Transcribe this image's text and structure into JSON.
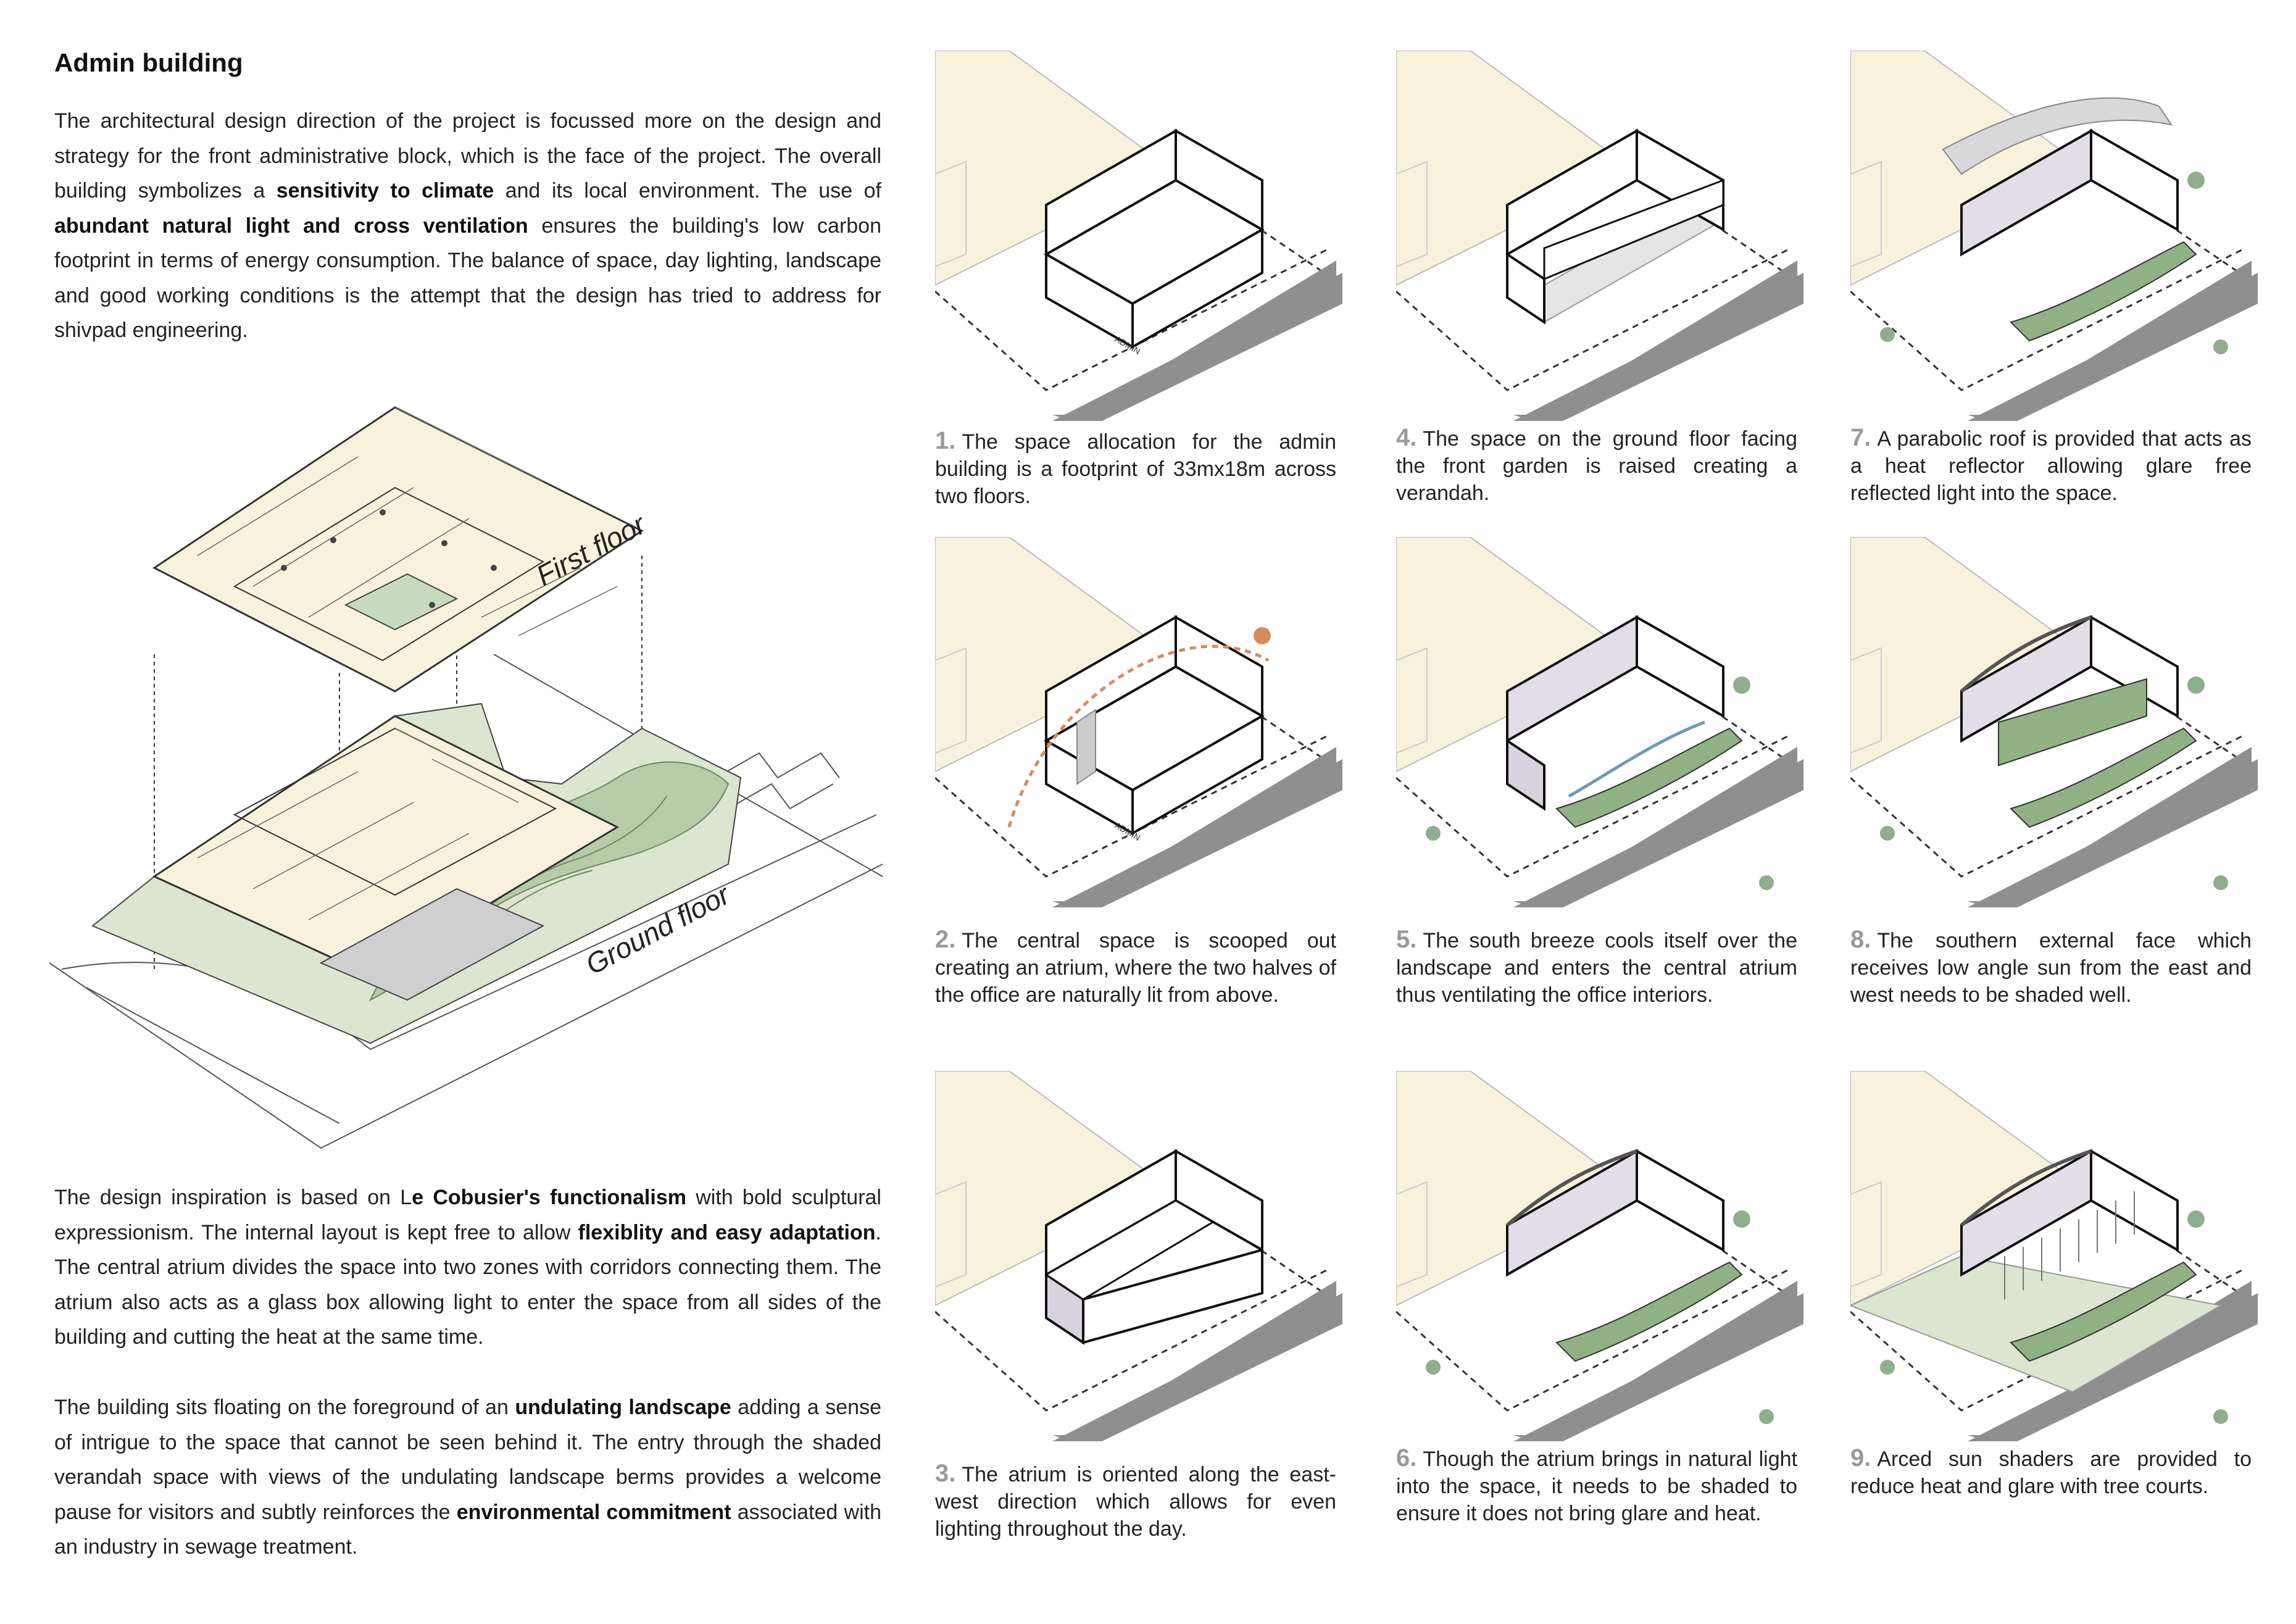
{
  "header": {
    "title": "Admin building"
  },
  "intro": {
    "s1": "The architectural design direction of the project is focussed more on the design and strategy for the front administrative block, which is the face of the project. The overall building symbolizes a ",
    "b1": "sensitivity to climate",
    "s2": " and its local environment. The use of ",
    "b2": "abundant natural light and cross ventilation",
    "s3": " ensures the building's low carbon footprint in terms of energy consumption. The balance of space, day lighting, landscape and good working conditions is the attempt that the design has tried to address for shivpad engineering."
  },
  "plan": {
    "first_floor_label": "First floor",
    "ground_floor_label": "Ground floor"
  },
  "design": {
    "s1": "The design inspiration is based on L",
    "b1": "e Cobusier's functionalism",
    "s2": " with bold sculptural expressionism. The internal layout is kept free to allow ",
    "b2": "flexiblity and easy adaptation",
    "s3": ". The central atrium divides the space into two zones with corridors connecting them. The atrium also acts as a glass box allowing light to enter the space from all sides of the building and cutting the heat at the same time."
  },
  "landscape": {
    "s1": "The building sits floating on the foreground of an ",
    "b1": "undulating landscape",
    "s2": " adding a sense of intrigue to the space that cannot be seen behind it. The entry through the shaded verandah space with views of the undulating landscape berms provides a welcome pause for visitors and subtly reinforces the ",
    "b2": "environmental commitment",
    "s3": " associated with an industry in sewage treatment."
  },
  "steps": [
    {
      "num": "1.",
      "text": "The space allocation for the admin building is a footprint of 33mx18m across two floors.",
      "box_label": "ADMIN"
    },
    {
      "num": "2.",
      "text": "The central space is scooped out creating an atrium, where  the two halves of the office are naturally lit from above.",
      "box_label": "ADMIN"
    },
    {
      "num": "3.",
      "text": "The atrium is oriented along the east-west direction which allows for even lighting throughout the day."
    },
    {
      "num": "4.",
      "text": "The space on the ground floor facing the front garden is raised creating a verandah."
    },
    {
      "num": "5.",
      "text": "The south breeze cools itself over the landscape and enters the central atrium thus ventilating the office interiors."
    },
    {
      "num": "6.",
      "text": "Though the atrium brings in natural light into the space, it needs to be shaded to ensure it does not bring glare and heat."
    },
    {
      "num": "7.",
      "text": "A parabolic roof is provided that acts as a heat reflector allowing glare free reflected light into the space."
    },
    {
      "num": "8.",
      "text": "The southern external face which receives low angle sun from the east and west needs to be shaded well."
    },
    {
      "num": "9.",
      "text": "Arced sun shaders are provided to reduce heat and glare with tree courts."
    }
  ],
  "colors": {
    "massing": "#f8f2dc",
    "landscape": "#8fb184",
    "landscape_light": "#dbe5cf",
    "tree": "#8fae8c",
    "sun": "#d98a5c",
    "road": "#8f8f8f",
    "caption_number": "#9a9a9a"
  }
}
